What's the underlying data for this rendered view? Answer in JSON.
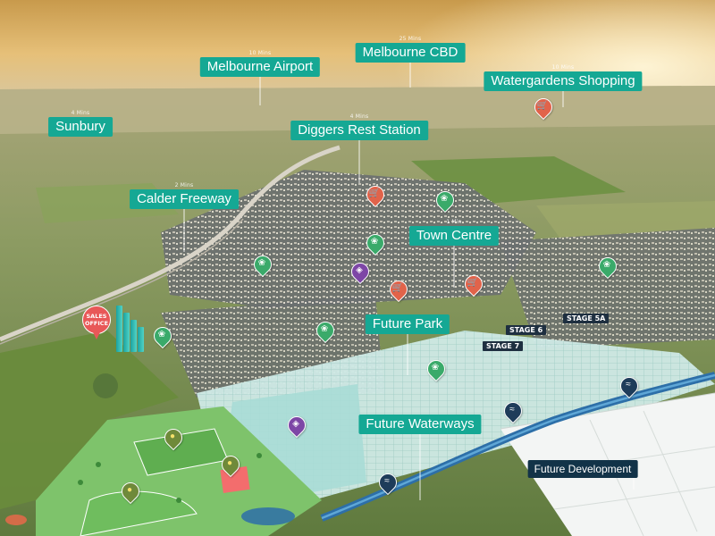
{
  "callouts": {
    "melbourne_airport": {
      "time": "10 Mins",
      "label": "Melbourne Airport"
    },
    "melbourne_cbd": {
      "time": "25 Mins",
      "label": "Melbourne CBD"
    },
    "watergardens": {
      "time": "10 Mins",
      "label": "Watergardens Shopping"
    },
    "sunbury": {
      "time": "4 Mins",
      "label": "Sunbury"
    },
    "diggers_rest": {
      "time": "4 Mins",
      "label": "Diggers Rest Station"
    },
    "calder_freeway": {
      "time": "2 Mins",
      "label": "Calder Freeway"
    },
    "town_centre": {
      "time": "1 Min",
      "label": "Town Centre"
    },
    "future_park": {
      "label": "Future Park"
    },
    "future_waterways": {
      "label": "Future Waterways"
    },
    "future_development": {
      "label": "Future Development"
    }
  },
  "stages": {
    "stage_5a": "STAGE 5A",
    "stage_6": "STAGE 6",
    "stage_7": "STAGE 7"
  },
  "sales_office": {
    "line1": "SALES",
    "line2": "OFFICE"
  },
  "icons": {
    "shop": "shopping-cart-icon",
    "park": "tree-icon",
    "water": "waves-icon",
    "school": "graduation-cap-icon",
    "sports": "sports-ball-icon"
  },
  "colors": {
    "callout": "#15a894",
    "dark_callout": "#123348",
    "shop_pin": "#e1634a",
    "park_pin": "#3aaa6a",
    "water_pin": "#1e3c5a",
    "school_pin": "#7d46a6",
    "sales_office": "#e85858",
    "estate_overlay": "#bfe5e0",
    "waterway": "#2d6fa8"
  }
}
